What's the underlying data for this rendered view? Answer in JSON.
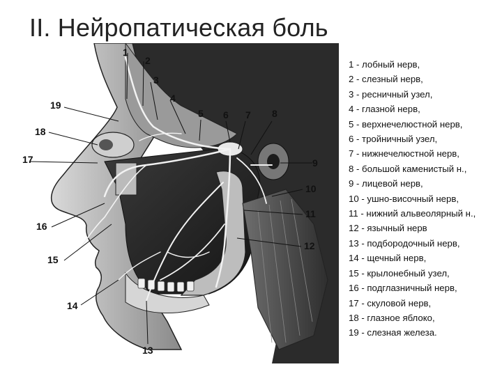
{
  "slide": {
    "title": "II. Нейропатическая боль"
  },
  "figure": {
    "labels": [
      "1",
      "2",
      "3",
      "4",
      "5",
      "6",
      "7",
      "8",
      "9",
      "10",
      "11",
      "12",
      "13",
      "14",
      "15",
      "16",
      "17",
      "18",
      "19"
    ]
  },
  "legend": {
    "items": [
      "1 - лобный нерв,",
      "2 - слезный нерв,",
      "3 - ресничный узел,",
      "4 - глазной нерв,",
      "5 - верхнечелюстной нерв,",
      "6 - тройничный узел,",
      "7 - нижнечелюстной нерв,",
      "8 - большой каменистый н.,",
      "9 - лицевой нерв,",
      "10 - ушно-височный нерв,",
      "11 - нижний альвеолярный н.,",
      "12 - язычный нерв",
      "13 - подбородочный нерв,",
      "14 - щечный нерв,",
      "15 - крылонебный узел,",
      "16 - подглазничный нерв,",
      "17 - скуловой нерв,",
      "18 - глазное яблоко,",
      "19 - слезная железа."
    ]
  }
}
